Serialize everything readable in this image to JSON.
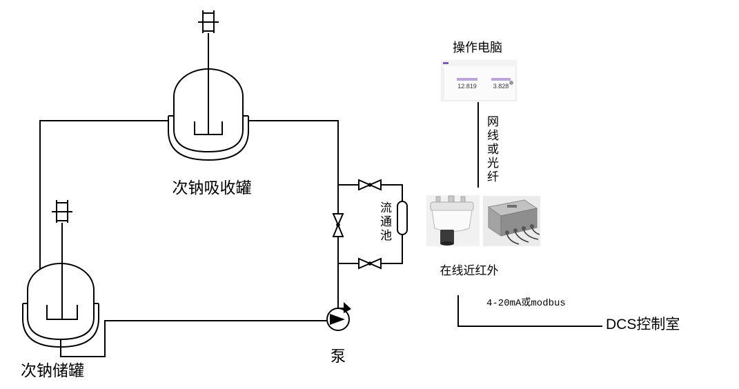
{
  "diagram": {
    "absorption_tank_label": "次钠吸收罐",
    "storage_tank_label": "次钠储罐",
    "flow_cell_label": "流通池",
    "pump_label": "泵",
    "computer_label": "操作电脑",
    "cable_label": "网线或光纤",
    "analyzer_label": "在线近红外",
    "signal_label": "4-20mA或modbus",
    "dcs_label": "DCS控制室"
  },
  "computer_screen": {
    "value_1": "12.819",
    "value_2": "3.828"
  },
  "colors": {
    "line": "#000000",
    "background": "#ffffff",
    "screen_accent": "#b9a6d6"
  },
  "icons": [
    "agitator-motor-icon",
    "valve-icon",
    "pump-icon",
    "flow-cell-icon",
    "nir-analyzer-icon",
    "junction-box-icon"
  ]
}
